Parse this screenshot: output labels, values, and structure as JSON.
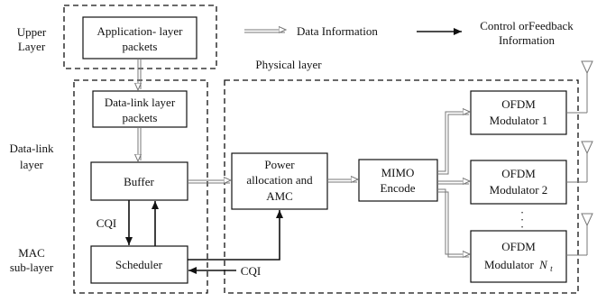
{
  "legend": {
    "data_information": "Data Information",
    "control_feedback_line1": "Control orFeedback",
    "control_feedback_line2": "Information"
  },
  "layers": {
    "upper_line1": "Upper",
    "upper_line2": "Layer",
    "data_link_line1": "Data-link",
    "data_link_line2": "layer",
    "mac_line1": "MAC",
    "mac_line2": "sub-layer",
    "physical": "Physical layer"
  },
  "blocks": {
    "application_line1": "Application- layer",
    "application_line2": "packets",
    "datalink_packets_line1": "Data-link layer",
    "datalink_packets_line2": "packets",
    "buffer": "Buffer",
    "scheduler": "Scheduler",
    "power_line1": "Power",
    "power_line2": "allocation and",
    "power_line3": "AMC",
    "mimo_line1": "MIMO",
    "mimo_line2": "Encode",
    "ofdm1_line1": "OFDM",
    "ofdm1_line2": "Modulator 1",
    "ofdm2_line1": "OFDM",
    "ofdm2_line2": "Modulator 2",
    "ofdmn_line1": "OFDM",
    "ofdmn_line2": "Modulator",
    "ofdmn_subscript_main": "N",
    "ofdmn_subscript_sub": "t",
    "ellipsis": "·\n·\n·"
  },
  "signals": {
    "cqi_left": "CQI",
    "cqi_bottom": "CQI"
  }
}
